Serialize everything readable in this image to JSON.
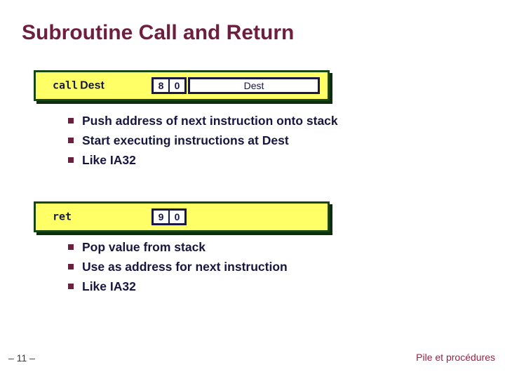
{
  "title": "Subroutine Call and Return",
  "call_section": {
    "instruction": "call",
    "operand": "Dest",
    "encoding": {
      "opcode_hi": "8",
      "opcode_lo": "0",
      "operand_field": "Dest"
    },
    "bullets": [
      "Push address of next instruction onto stack",
      "Start executing instructions at Dest",
      "Like IA32"
    ]
  },
  "ret_section": {
    "instruction": "ret",
    "encoding": {
      "opcode_hi": "9",
      "opcode_lo": "0"
    },
    "bullets": [
      "Pop value from stack",
      "Use as address for next instruction",
      "Like IA32"
    ]
  },
  "footer": {
    "page_number": "– 11 –",
    "course_label": "Pile et procédures"
  },
  "colors": {
    "title_text": "#6e1e3e",
    "body_text": "#16163f",
    "box_fill": "#ffff66",
    "box_border": "#164516",
    "box_shadow": "#0d2e0d",
    "diagram_border": "#191947",
    "bullet_marker": "#6e1e3e",
    "footer_label": "#992244",
    "background": "#ffffff"
  }
}
